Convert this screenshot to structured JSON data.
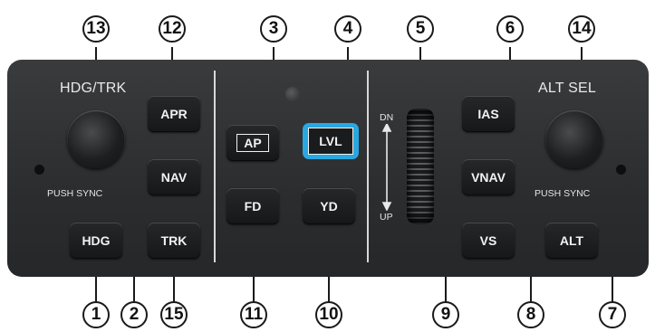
{
  "panel": {
    "hdg_trk_label": "HDG/TRK",
    "alt_sel_label": "ALT SEL",
    "push_sync_left": "PUSH SYNC",
    "push_sync_right": "PUSH SYNC",
    "dn_label": "DN",
    "up_label": "UP"
  },
  "buttons": {
    "apr": "APR",
    "nav": "NAV",
    "hdg": "HDG",
    "trk": "TRK",
    "ap": "AP",
    "fd": "FD",
    "lvl": "LVL",
    "yd": "YD",
    "ias": "IAS",
    "vnav": "VNAV",
    "vs": "VS",
    "alt": "ALT"
  },
  "callouts": {
    "c1": "1",
    "c2": "2",
    "c3": "3",
    "c4": "4",
    "c5": "5",
    "c6": "6",
    "c7": "7",
    "c8": "8",
    "c9": "9",
    "c10": "10",
    "c11": "11",
    "c12": "12",
    "c13": "13",
    "c14": "14",
    "c15": "15"
  },
  "colors": {
    "panel": "#2f3032",
    "lvl_highlight": "#29a7e1",
    "button_text": "#f2f2f2"
  }
}
